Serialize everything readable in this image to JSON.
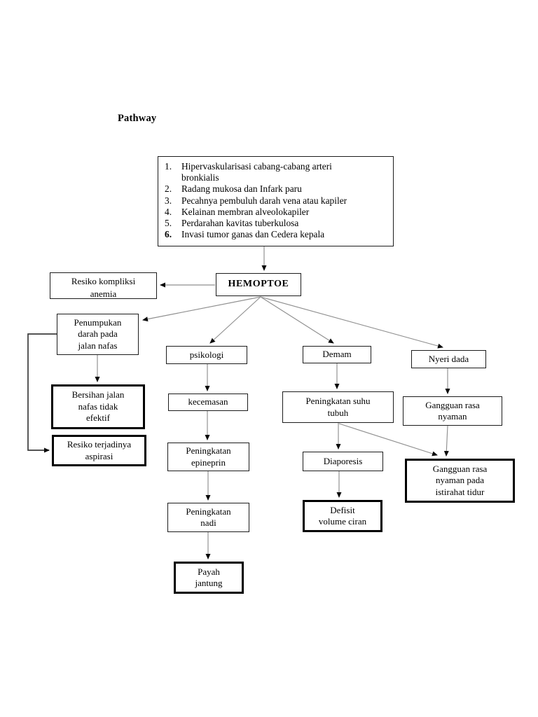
{
  "title": "Pathway",
  "colors": {
    "background": "#ffffff",
    "ink": "#000000",
    "connector": "#8f8f8f"
  },
  "causes": {
    "items": [
      {
        "num": "1.",
        "text": "Hipervaskularisasi cabang-cabang arteri\nbronkialis"
      },
      {
        "num": "2.",
        "text": "Radang mukosa dan Infark paru"
      },
      {
        "num": "3.",
        "text": "Pecahnya pembuluh darah vena atau kapiler"
      },
      {
        "num": "4.",
        "text": "Kelainan membran alveolokapiler"
      },
      {
        "num": "5.",
        "text": "Perdarahan kavitas tuberkulosa"
      },
      {
        "num": "6.",
        "text": "Invasi tumor ganas dan Cedera kepala"
      }
    ]
  },
  "nodes": {
    "hemoptoe": {
      "label": "HEMOPTOE"
    },
    "resiko_kompliksi": {
      "label": "Resiko kompliksi\nanemia"
    },
    "penumpukan": {
      "label": "Penumpukan\ndarah pada\njalan nafas"
    },
    "bersihan": {
      "label": "Bersihan jalan\nnafas tidak\nefektif"
    },
    "aspirasi": {
      "label": "Resiko terjadinya\naspirasi"
    },
    "psikologi": {
      "label": "psikologi"
    },
    "kecemasan": {
      "label": "kecemasan"
    },
    "epineprin": {
      "label": "Peningkatan\nepineprin"
    },
    "nadi": {
      "label": "Peningkatan\nnadi"
    },
    "payah_jantung": {
      "label": "Payah\njantung"
    },
    "demam": {
      "label": "Demam"
    },
    "suhu_tubuh": {
      "label": "Peningkatan suhu\ntubuh"
    },
    "diaporesis": {
      "label": "Diaporesis"
    },
    "defisit_volume": {
      "label": "Defisit\nvolume ciran"
    },
    "nyeri_dada": {
      "label": "Nyeri dada"
    },
    "gangguan_nyaman": {
      "label": "Gangguan rasa\nnyaman"
    },
    "gangguan_tidur": {
      "label": "Gangguan rasa\nnyaman pada\nistirahat tidur"
    }
  }
}
